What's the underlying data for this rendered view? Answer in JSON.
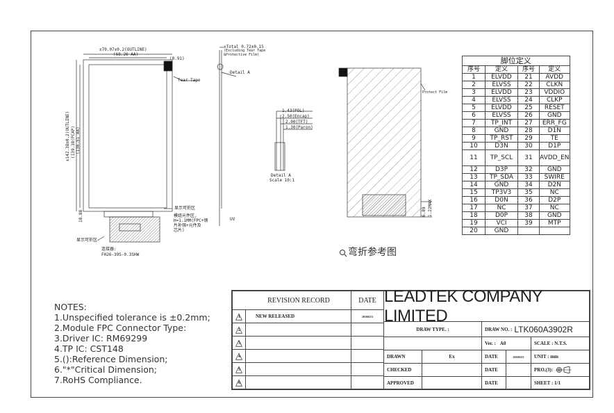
{
  "drawing": {
    "dim_width": "±70.07±0.2(OUTLINE)",
    "dim_width_aa": "(68.26 AA)",
    "dim_091": "(0.91)",
    "tear_tape": "Tear Tape",
    "dim_height": "±142.38±0.2(OUTLINE)",
    "dim_height_aa": "(139.38(PCAP)",
    "dim_height_aa2": "(136.51 AA)",
    "total_thickness": "±Total 0.72±0.15",
    "excluding": "(Excluding Tear Tape",
    "protective": "&Protective Film)",
    "detail_a": "Detail A",
    "dim_143": "1.43(POL)",
    "dim_250": "2.50(Encap)",
    "dim_200": "2.00(TFT)",
    "dim_130": "1.30(Paron)",
    "detail_a_scale_1": "Detail A",
    "detail_a_scale_2": "Scale 10:1",
    "uv": "UV",
    "dim_1888": "18.88",
    "display_bend_1": "显示可折区",
    "display_bend_2": "显示可折区",
    "fpc_note_1": "模组元件区,",
    "fpc_note_2": "H=1.1MM(FPC+钢",
    "fpc_note_3": "片补强+元件及",
    "fpc_note_4": "芯片)",
    "connector_1": "连接器:",
    "connector_2": "FH26-39S-0.3SHW",
    "protect_film": "Protect Film",
    "dim_689": "6.89",
    "dim_122max": "1.22MAX",
    "bend_ref": "弯折参考图"
  },
  "pin_table": {
    "title": "脚位定义",
    "headers": [
      "序号",
      "定义",
      "序号",
      "定义"
    ],
    "rows": [
      [
        "1",
        "ELVDD",
        "21",
        "AVDD"
      ],
      [
        "2",
        "ELVSS",
        "22",
        "CLKN"
      ],
      [
        "3",
        "ELVDD",
        "23",
        "VDDIO"
      ],
      [
        "4",
        "ELVSS",
        "24",
        "CLKP"
      ],
      [
        "5",
        "ELVDD",
        "25",
        "RESET"
      ],
      [
        "6",
        "ELVSS",
        "26",
        "GND"
      ],
      [
        "7",
        "TP_INT",
        "27",
        "ERR_FG"
      ],
      [
        "8",
        "GND",
        "28",
        "D1N"
      ],
      [
        "9",
        "TP_RST",
        "29",
        "TE"
      ],
      [
        "10",
        "D3N",
        "30",
        "D1P"
      ],
      [
        "11",
        "TP_SCL",
        "31",
        "AVDD_EN"
      ],
      [
        "12",
        "D3P",
        "32",
        "GND"
      ],
      [
        "13",
        "TP_SDA",
        "33",
        "SWIRE"
      ],
      [
        "14",
        "GND",
        "34",
        "D2N"
      ],
      [
        "15",
        "TP3V3",
        "35",
        "NC"
      ],
      [
        "16",
        "D0N",
        "36",
        "D2P"
      ],
      [
        "17",
        "NC",
        "37",
        "NC"
      ],
      [
        "18",
        "D0P",
        "38",
        "GND"
      ],
      [
        "19",
        "VCI",
        "39",
        "MTP"
      ],
      [
        "20",
        "GND",
        "",
        ""
      ]
    ]
  },
  "notes": {
    "title": "NOTES:",
    "items": [
      "1.Unspecified tolerance is ±0.2mm;",
      "2.Module FPC Connector Type:",
      "3.Driver IC: RM69299",
      "4.TP IC: CST148",
      "5.():Reference Dimension;",
      "6.\"*\"Critical Dimension;",
      "7.RoHS Compliance."
    ]
  },
  "title_block": {
    "revision_record": "REVISION RECORD",
    "date_label": "DATE",
    "rev_nums": [
      "1",
      "2",
      "3",
      "4",
      "5",
      "6"
    ],
    "rev1_desc": "NEW RELEASED",
    "rev1_date": "20160213",
    "company": "LEADTEK COMPANY LIMITED",
    "draw_type": "DRAW TYPE. :",
    "draw_no_label": "DRAW NO. :",
    "draw_no": "LTK060A3902R",
    "ver_label": "Ver. :",
    "ver": "A0",
    "scale": "SCALE : N.T.S.",
    "drawn_label": "DRAWN",
    "drawn_by": "Ex",
    "date_lbl": "DATE",
    "drawn_date": "20160213",
    "unit": "UNIT : mm",
    "checked": "CHECKED",
    "pro": "PRO.(3):",
    "approved": "APPROVED",
    "sheet": "SHEET : 1/1"
  }
}
